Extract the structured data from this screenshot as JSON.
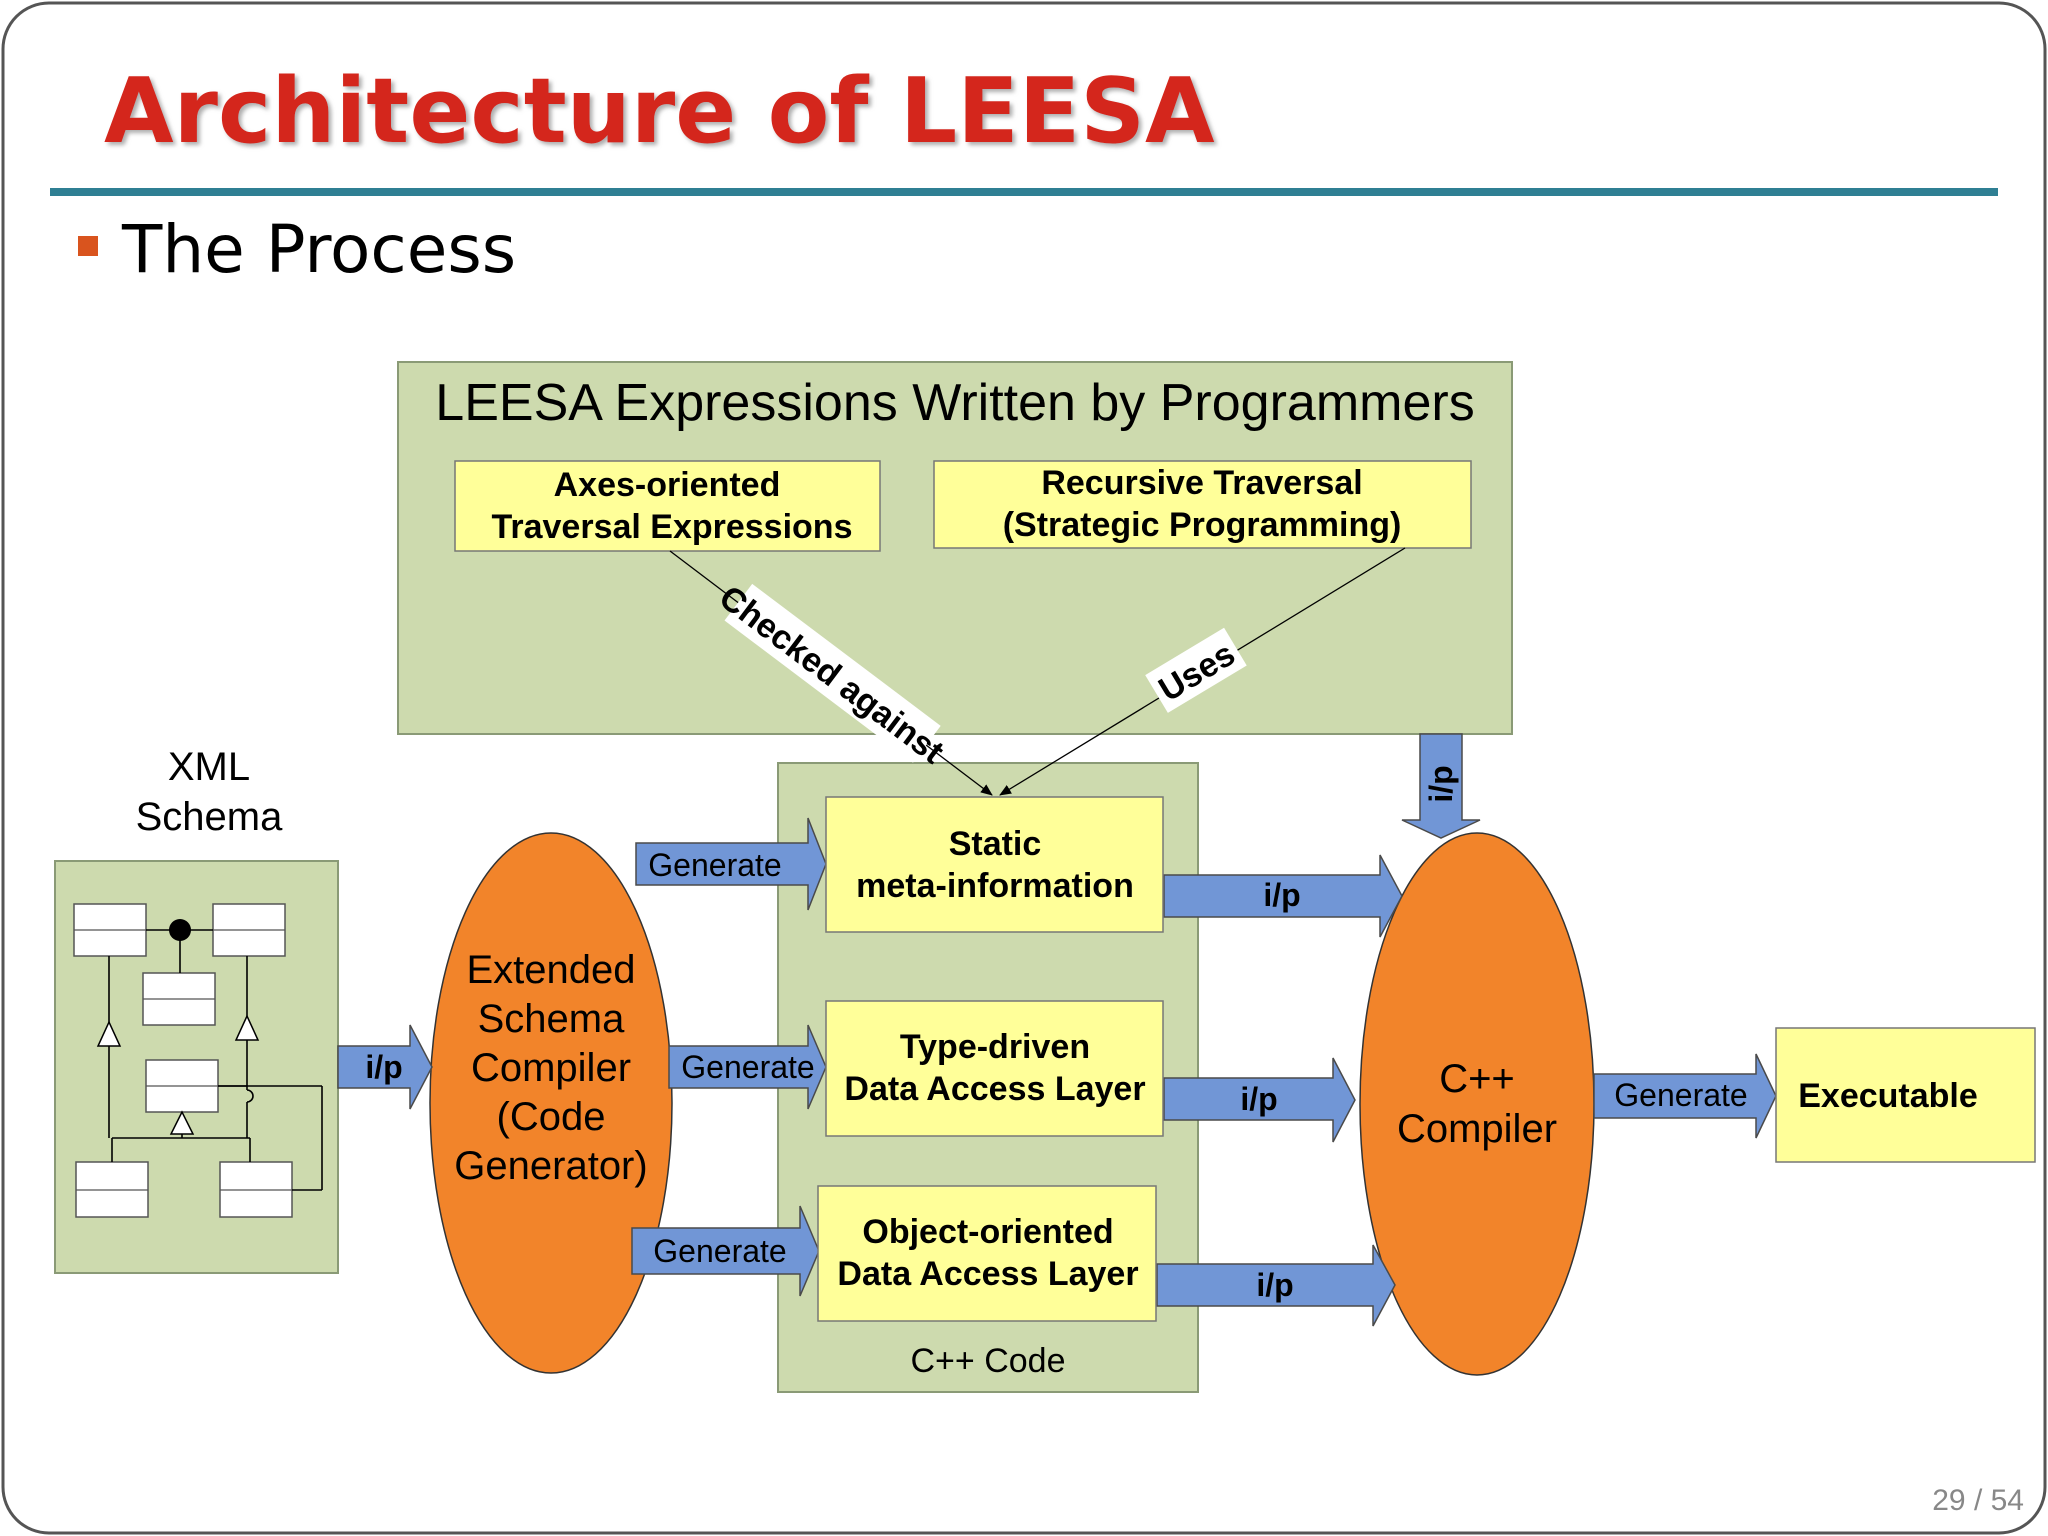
{
  "slide": {
    "title": "Architecture of LEESA",
    "bullet": "The Process",
    "page_number": "29 / 54"
  },
  "diagram": {
    "expressions_box": {
      "title": "LEESA Expressions Written by Programmers",
      "axes_box": [
        "Axes-oriented",
        "Traversal Expressions"
      ],
      "recursive_box": [
        "Recursive Traversal",
        "(Strategic Programming)"
      ]
    },
    "edge_labels": {
      "checked_against": "Checked against",
      "uses": "Uses",
      "generate": "Generate",
      "input": "i/p"
    },
    "xml_schema_label": [
      "XML",
      "Schema"
    ],
    "schema_compiler": [
      "Extended",
      "Schema",
      "Compiler",
      "(Code",
      "Generator)"
    ],
    "cpp_code": {
      "label": "C++ Code",
      "static_meta": [
        "Static",
        "meta-information"
      ],
      "type_driven": [
        "Type-driven",
        "Data Access Layer"
      ],
      "object_oriented": [
        "Object-oriented",
        "Data Access Layer"
      ]
    },
    "cpp_compiler": [
      "C++",
      "Compiler"
    ],
    "executable": "Executable"
  },
  "colors": {
    "title_red": "#d4261c",
    "rule_teal": "#2f7f93",
    "bullet_orange": "#d9541e",
    "box_green": "#cddaae",
    "box_yellow": "#ffff99",
    "ellipse_orange": "#f2842a",
    "arrow_blue": "#7196d6"
  }
}
